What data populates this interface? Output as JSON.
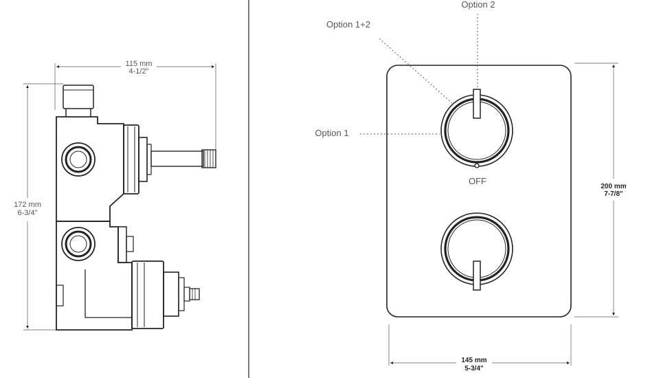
{
  "side_view": {
    "width_dim": {
      "mm": "115 mm",
      "inch": "4-1/2\""
    },
    "height_dim": {
      "mm": "172 mm",
      "inch": "6-3/4\""
    }
  },
  "front_view": {
    "callouts": {
      "option_2": "Option 2",
      "option_1_2": "Option 1+2",
      "option_1": "Option 1",
      "off": "OFF"
    },
    "height_dim": {
      "mm": "200 mm",
      "inch": "7-7/8\""
    },
    "width_dim": {
      "mm": "145 mm",
      "inch": "5-3/4\""
    }
  }
}
